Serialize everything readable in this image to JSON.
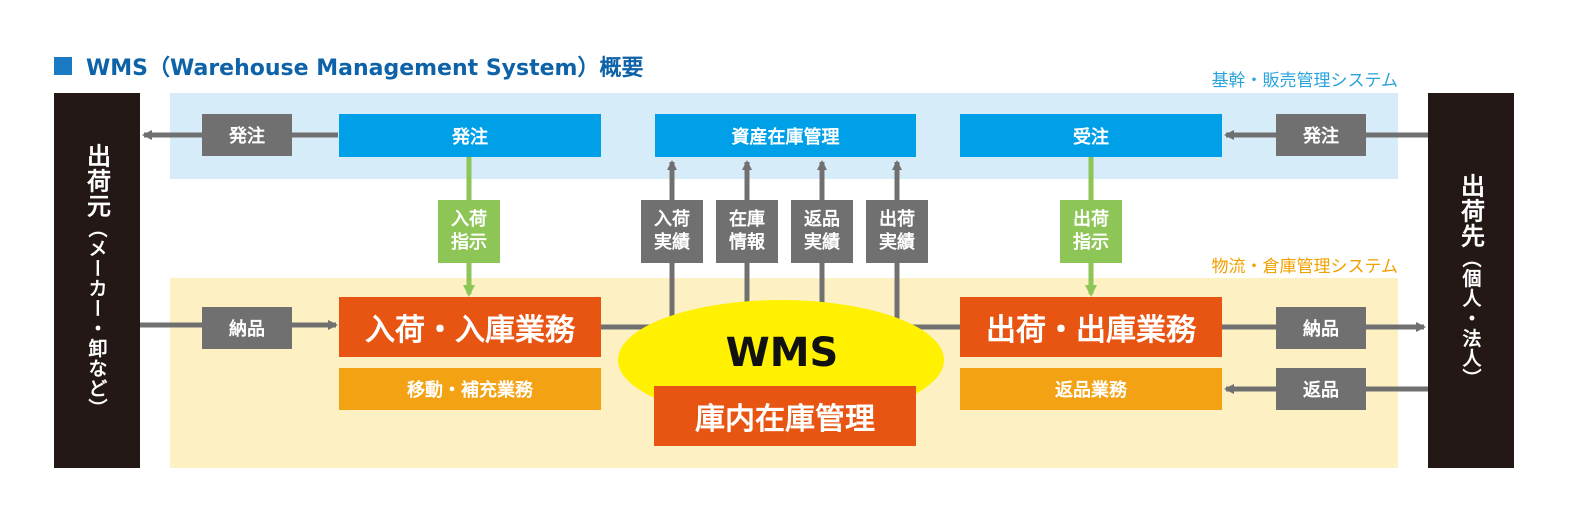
{
  "title": "WMS（Warehouse Management System）概要",
  "systems": {
    "upper_label": "基幹・販売管理システム",
    "lower_label": "物流・倉庫管理システム"
  },
  "left_pillar": {
    "main": "出荷元",
    "sub": "（メーカー・卸など）"
  },
  "right_pillar": {
    "main": "出荷先",
    "sub": "（個人・法人）"
  },
  "top_row": {
    "order_out": "発注",
    "order_box": "発注",
    "asset_box": "資産在庫管理",
    "receive_box": "受注",
    "order_in": "発注"
  },
  "instructions": {
    "inbound": [
      "入荷",
      "指示"
    ],
    "outbound": [
      "出荷",
      "指示"
    ]
  },
  "results": {
    "inbound_result": [
      "入荷",
      "実績"
    ],
    "stock_info": [
      "在庫",
      "情報"
    ],
    "return_result": [
      "返品",
      "実績"
    ],
    "outbound_result": [
      "出荷",
      "実績"
    ]
  },
  "bottom_row": {
    "delivery_in": "納品",
    "inbound_ops": "入荷・入庫業務",
    "move_ops": "移動・補充業務",
    "wms": "WMS",
    "inventory": "庫内在庫管理",
    "outbound_ops": "出荷・出庫業務",
    "return_ops": "返品業務",
    "delivery_out": "納品",
    "return_in": "返品"
  },
  "colors": {
    "blue": "#00a0e9",
    "gray": "#717071",
    "green": "#8dc556",
    "red": "#e85513",
    "orange": "#f3a214",
    "yellow": "#fff100",
    "dark": "#231815"
  }
}
